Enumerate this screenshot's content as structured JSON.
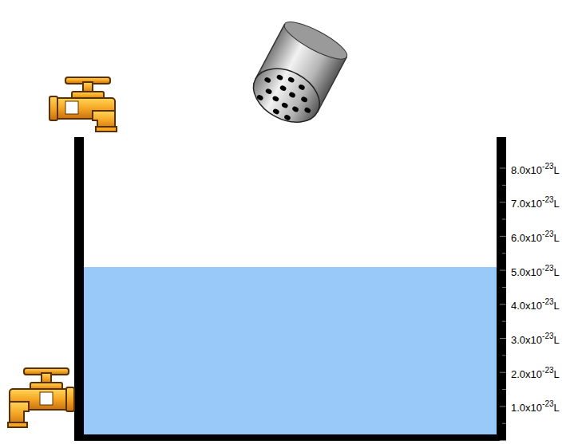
{
  "diagram": {
    "labels": [
      "8.0x10-23L",
      "7.0x10-23L",
      "6.0x10-23L",
      "5.0x10-23L",
      "4.0x10-23L",
      "3.0x10-23L",
      "2.0x10-23L",
      "1.0x10-23L"
    ]
  }
}
